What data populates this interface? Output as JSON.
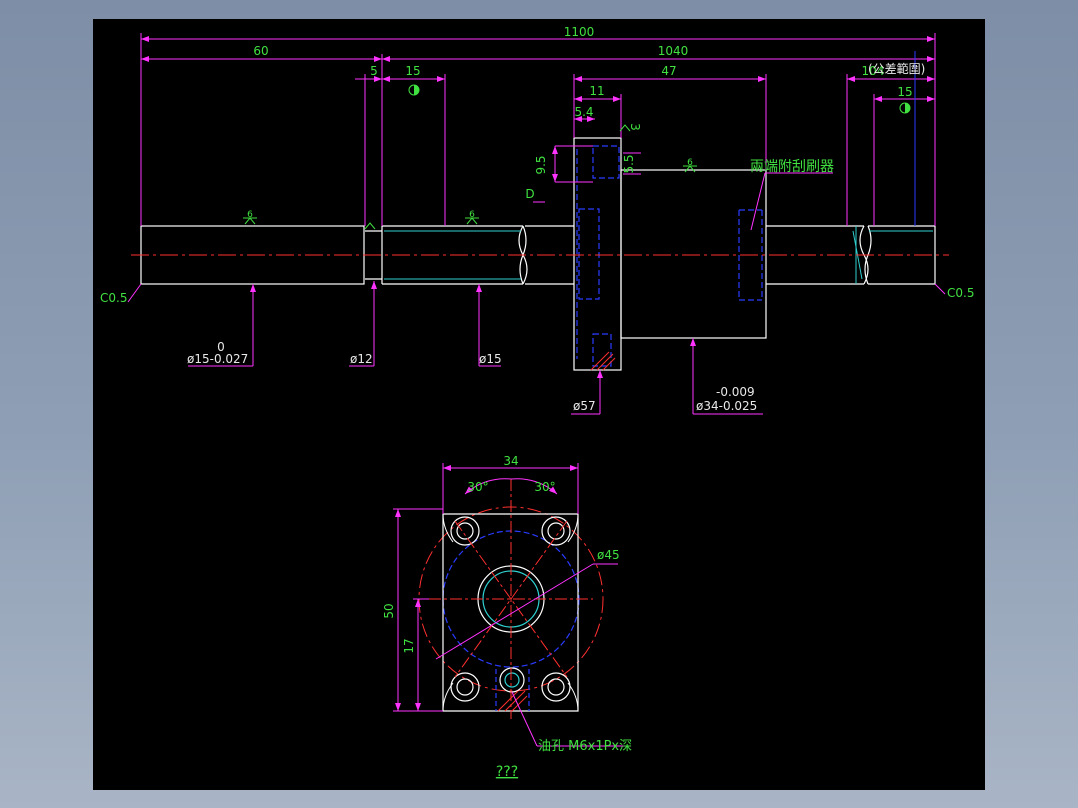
{
  "drawing": {
    "top_view": {
      "overall_length": "1100",
      "left_segment": "60",
      "right_segment": "1040",
      "step_5": "5",
      "step_15": "15",
      "nut_length": "47",
      "flange_width": "11",
      "flange_inner": "5.4",
      "flange_3": "3",
      "dim_9_5": "9.5",
      "dim_5_5": "5.5",
      "right_partial": "104",
      "right_note": "(公差範圍)",
      "right_15": "15",
      "datum_d": "D",
      "roughness": "6",
      "wiper_label": "兩端附刮刷器",
      "chamfer_left": "C0.5",
      "chamfer_right": "C0.5",
      "dia_shaft_tol": "0",
      "dia_shaft": "ø15-0.027",
      "dia_12": "ø12",
      "dia_15": "ø15",
      "dia_57": "ø57",
      "dia_34_upper": "-0.009",
      "dia_34": "ø34-0.025"
    },
    "section_view": {
      "width_34": "34",
      "angle_left": "30°",
      "angle_right": "30°",
      "height_50": "50",
      "height_17": "17",
      "pcd_45": "ø45",
      "oil_hole": "油孔 M6x1Px深",
      "caption": "???"
    },
    "colors": {
      "background": "#000000",
      "outline": "#ffffff",
      "dimension": "#ff33ff",
      "text": "#40e040",
      "centerline": "#ff3030",
      "hidden": "#2a3cff",
      "cyan": "#30d0d0"
    }
  }
}
